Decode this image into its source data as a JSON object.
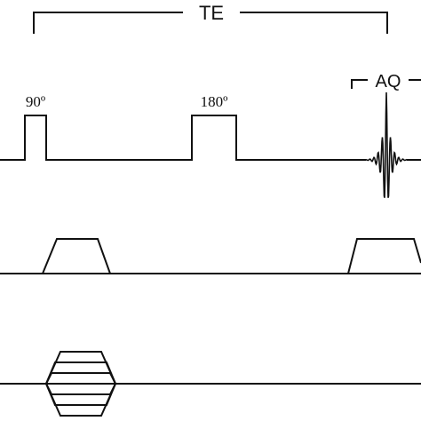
{
  "labels": {
    "echo_time": "TE",
    "acquisition": "AQ",
    "excitation_pulse": "90º",
    "refocusing_pulse": "180º"
  },
  "colors": {
    "ink": "#111111",
    "background": "#ffffff"
  }
}
